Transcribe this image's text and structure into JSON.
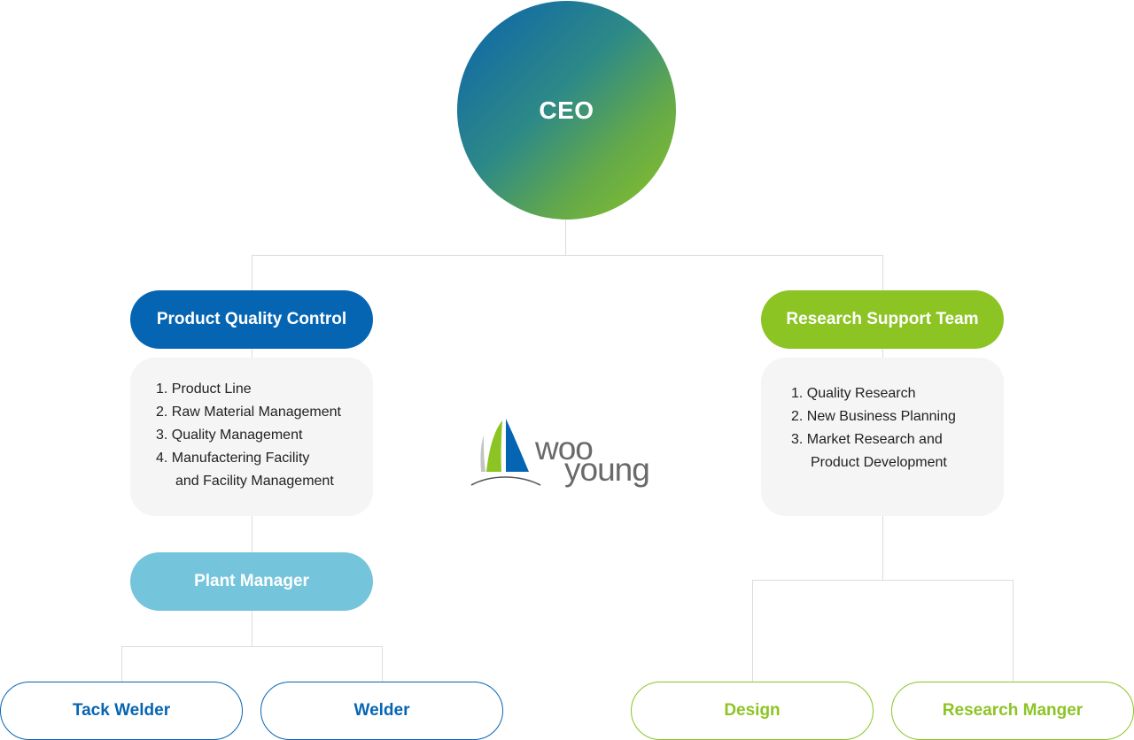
{
  "colors": {
    "blue": "#0665b3",
    "green": "#8cc424",
    "light_blue": "#74c4dc",
    "connector": "#dcdcdc",
    "duty_bg": "#f5f5f5"
  },
  "ceo": {
    "label": "CEO"
  },
  "left_branch": {
    "title": "Product Quality Control",
    "duties": [
      "1. Product Line",
      "2. Raw Material Management",
      "3. Quality Management",
      "4. Manufactering Facility",
      "and Facility Management"
    ],
    "sub_manager": "Plant Manager",
    "children": [
      "Tack Welder",
      "Welder"
    ]
  },
  "right_branch": {
    "title": "Research Support Team",
    "duties": [
      "1. Quality Research",
      "2. New Business Planning",
      "3. Market Research and",
      "Product Development"
    ],
    "children": [
      "Design",
      "Research Manger"
    ]
  },
  "logo": {
    "icon": "sailboat-logo-icon",
    "line1": "woo",
    "line2": "young"
  }
}
